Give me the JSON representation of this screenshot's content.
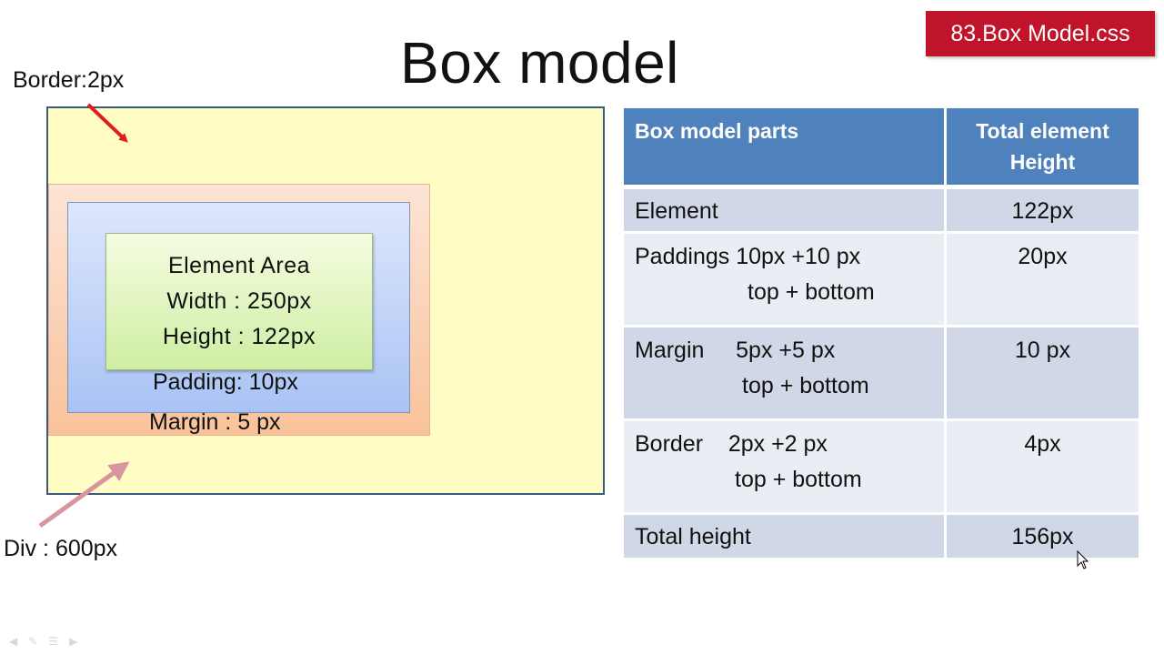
{
  "slide": {
    "title": "Box model",
    "badge": "83.Box Model.css"
  },
  "diagram": {
    "border_label": "Border:2px",
    "div_label": "Div : 600px",
    "margin_label": "Margin : 5 px",
    "padding_label": "Padding: 10px",
    "element_lines": [
      "Element  Area",
      "Width : 250px",
      "Height : 122px"
    ],
    "colors": {
      "outer_fill": "#fffcc4",
      "outer_border": "#3a5a80",
      "margin_fill": "#f9c29a",
      "padding_fill": "#a9c3f5",
      "element_fill": "#cfeea3",
      "border_arrow": "#e0201c",
      "div_arrow": "#d9959e"
    }
  },
  "table": {
    "headers": [
      "Box model parts",
      "Total element Height"
    ],
    "header_color": "#4f81bd",
    "rows": [
      {
        "part": "Element",
        "part2": "",
        "value": "122px"
      },
      {
        "part": "Paddings 10px +10 px",
        "part2": "top  +  bottom",
        "value": "20px"
      },
      {
        "part": "Margin     5px +5 px",
        "part2": "top  +  bottom",
        "value": "10 px"
      },
      {
        "part": "Border    2px +2 px",
        "part2": "top  +  bottom",
        "value": "4px"
      },
      {
        "part": "Total height",
        "part2": "",
        "value": "156px"
      }
    ]
  },
  "icons": {
    "cursor": "mouse-pointer-icon",
    "toolbar": [
      "back-icon",
      "pen-icon",
      "menu-icon",
      "forward-icon"
    ]
  }
}
